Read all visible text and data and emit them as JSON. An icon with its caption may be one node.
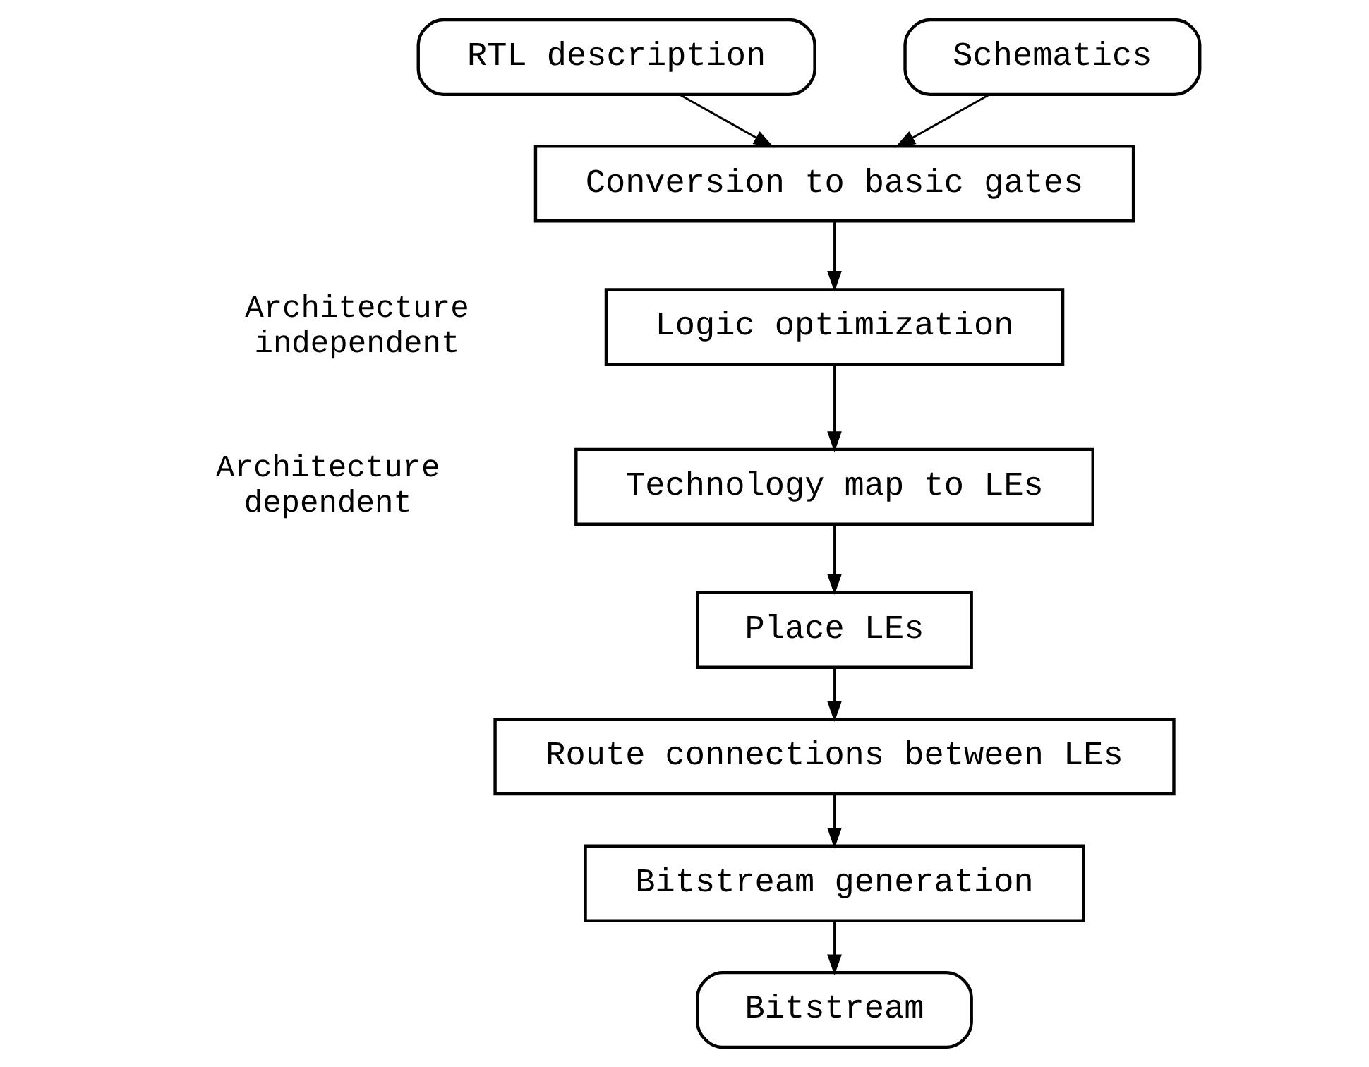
{
  "diagram": {
    "nodes": [
      {
        "text": [
          "RTL description"
        ]
      },
      {
        "text": [
          "Schematics"
        ]
      },
      {
        "text": [
          "Conversion to basic gates"
        ]
      },
      {
        "text": [
          "Logic optimization"
        ]
      },
      {
        "text": [
          "Technology map to LEs"
        ]
      },
      {
        "text": [
          "Place LEs"
        ]
      },
      {
        "text": [
          "Route connections between LEs"
        ]
      },
      {
        "text": [
          "Bitstream generation"
        ]
      },
      {
        "text": [
          "Bitstream"
        ]
      }
    ],
    "edges": [
      {
        "from": 0,
        "to": 2,
        "arrow": "to"
      },
      {
        "from": 1,
        "to": 2,
        "arrow": "to"
      },
      {
        "from": 2,
        "to": 3,
        "arrow": "to"
      },
      {
        "from": 3,
        "to": 4,
        "arrow": "to"
      },
      {
        "from": 4,
        "to": 5,
        "arrow": "to"
      },
      {
        "from": 5,
        "to": 6,
        "arrow": "to"
      },
      {
        "from": 6,
        "to": 7,
        "arrow": "to"
      },
      {
        "from": 7,
        "to": 8,
        "arrow": "to"
      }
    ],
    "labels": [
      "Architecture independent",
      "Architecture dependent"
    ]
  }
}
